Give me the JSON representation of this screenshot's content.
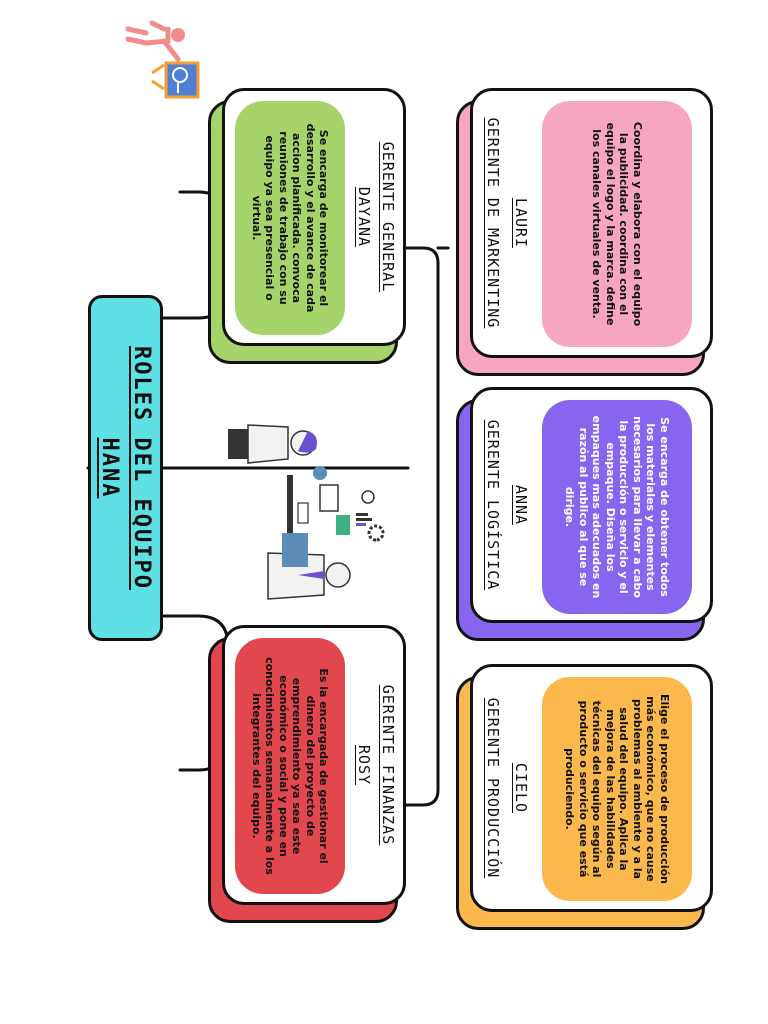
{
  "title": {
    "line1": "ROLES DEL EQUIPO",
    "line2": "HANA"
  },
  "colors": {
    "title": "#5ee0e4",
    "finanzas": "#e2474d",
    "general": "#a7d46a",
    "produccion": "#fbb84d",
    "logistica": "#8865ee",
    "marketing": "#f6a6c3"
  },
  "cards": {
    "finanzas": {
      "role": "GERENTE FINANZAS",
      "name": "ROSY",
      "description": "Es la encargada de gestionar el dinero del proyecto de emprendimiento ya sea este económico o social y pone en conocimientos semanalmente a los integrantes del equipo."
    },
    "general": {
      "role": "GERENTE GENERAL",
      "name": "DAYANA",
      "description": "Se encarga de monitorear el desarrollo y el avance de cada accion planificada. convoca reuniones de trabajo con su equipo ya sea presencial o virtual."
    },
    "produccion": {
      "role": "GERENTE PRODUCCIÓN",
      "name": "CIELO",
      "description": "Elige el proceso de producción más económico, que no cause problemas al ambiente y a la salud del equipo. Aplica la mejora de las habilidades técnicas del equipo según al producto o servicio que está produciendo."
    },
    "logistica": {
      "role": "GERENTE LOGÍSTICA",
      "name": "ANNA",
      "description": "Se encarga de obtener todos los materiales y elementes necesarios para llevar a cabo la producción o servicio y el empaque. Diseña los empaques mas adecuados en razón al publico al que se dirige."
    },
    "marketing": {
      "role": "GERENTE DE MARKENTING",
      "name": "LAURI",
      "description": "Coordina y elabora con el equipo la publicidad. coordina con el equipo el logo y la marca. define los canales virtuales de venta."
    }
  },
  "icons": [
    "team-meeting-illustration",
    "presenter-icon"
  ]
}
